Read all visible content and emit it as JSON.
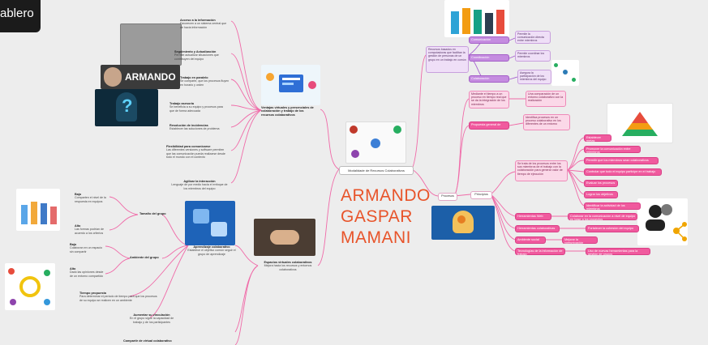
{
  "tab": {
    "label": "ablero"
  },
  "center": {
    "label": "Modalidade de Recursos Colaborativos"
  },
  "author": {
    "line1": "ARMANDO",
    "line2": "GASPAR",
    "line3": "MAMANI"
  },
  "namecard": {
    "label": "ARMANDO"
  },
  "left_top": {
    "hub": "Ventajas virtuales y presenciales de colaboración y trabajo de los recursos colaborativos",
    "items": [
      {
        "title": "Acceso a la información",
        "text": "Favorecen a un sistema central que de hacia información"
      },
      {
        "title": "Seguimiento y Actualización",
        "text": "Permite actualizar situaciones que contribuyen del equipo"
      },
      {
        "title": "Trabajo en paralelo",
        "text": "Se comparte, que los procesos fluyen en horario y orden"
      },
      {
        "title": "Trabajo asesoria",
        "text": "Se beneficia a su equipo y procesos para que de forma adecuada"
      },
      {
        "title": "Resolución de incidencias",
        "text": "Establecer las soluciones de problema"
      },
      {
        "title": "Flexibilidad para comunicarse",
        "text": "Las diferentes versiones y software permiten que las comunicación pueda realizarse desde todo el mundo con el contexto"
      },
      {
        "title": "Agilizar la interacción",
        "text": "Lenguaje de por medio hacia el enfoque de los miembros del equipo"
      }
    ]
  },
  "left_bottom": {
    "hub": "Espacios virtuales colaborativos",
    "hub_text": "Mejora hacia los recursos y entornos colaborativos",
    "mid": "Aprendizaje colaborativo",
    "mid_text": "Establece el objetivo común seguir el grupo de aprendizaje",
    "branch1": "Tamaño del grupo",
    "branch2": "Ambiente del grupo",
    "items": [
      {
        "title": "Bajo",
        "text": "Comparten el nivel de la respuesta en equipos"
      },
      {
        "title": "Alto",
        "text": "Las formas podrían de acuerdo a los criterios"
      },
      {
        "title": "Bajo",
        "text": "Colaboran en un espacio sin compartir"
      },
      {
        "title": "Alto",
        "text": "Dado las opiniones desde de un entorno compartido"
      },
      {
        "title": "Tiempo propuesta",
        "text": "Para determinar el periodo de tiempo para que los procesos de su equipo se realicen en un ambiente"
      },
      {
        "title": "Aumentar su vinculación",
        "text": "En el grupo sigue la capacidad de trabajo y de los participantes"
      },
      {
        "title": "Compartir de virtual colaborativo",
        "text": ""
      }
    ]
  },
  "right_top": {
    "hub": "Recursos basados en computadoras que facilitan la gestión de personas de un grupo en un trabajo en común",
    "nodes": [
      {
        "label": "Comunicación",
        "detail": "Permite la comunicación directa entre miembros"
      },
      {
        "label": "Coordinación",
        "detail": "Permite coordinar los miembros"
      },
      {
        "label": "Colaboración",
        "detail": "Asegura la participación de los miembros del equipo"
      }
    ]
  },
  "right_bottom": {
    "root": "Procesos",
    "sub": "Principios",
    "concept": "Mediante el tiempo a un proceso en tiempo real que se da la integración de los miembros",
    "concept_detail": "Una comparación de un entorno colaborativo con la realización",
    "proposal": "Propuesta general de",
    "proposal_detail": "Identifica procesos en un proceso colaborativo en los diferentes de un entorno",
    "organize": "Se trata de los procesos entre los sus miembros de el trabajo con la colaboración para generar valor de tiempo de ejecución",
    "steps": [
      "Establecer metas",
      "Promover la comunicación entre miembros",
      "Permitir que los miembros sean colaborativos",
      "Controlar que todo el equipo participe en el trabajo",
      "Evaluar los procesos",
      "Lograr los objetivos",
      "Identificar la actividad de los miembros"
    ],
    "extras": [
      {
        "label": "Herramientas Web",
        "detail": "Colaborar en la comunicación a nivel de equipo en base a los proyectos"
      },
      {
        "label": "Herramientas colaborativas",
        "detail": "Fortalecer la cohesión del equipo"
      },
      {
        "label": "Ambiente social",
        "detail": "Mejorar la comunicación"
      },
      {
        "label": "Tecnologías de la información de trabajo",
        "detail": "Uso de nuevas herramientas para la gestión de grupos"
      }
    ]
  },
  "colors": {
    "link_pink": "#f06aa8",
    "link_purple": "#a55cd0",
    "accent": "#e8542a"
  },
  "icons": [
    "people-crowd-image",
    "computer-dashboard-image",
    "puzzle-image",
    "handshake-image",
    "people-icons-image",
    "gear-head-image",
    "pyramid-image",
    "users-share-icon",
    "hooded-figure-image",
    "webcam-person-image"
  ]
}
